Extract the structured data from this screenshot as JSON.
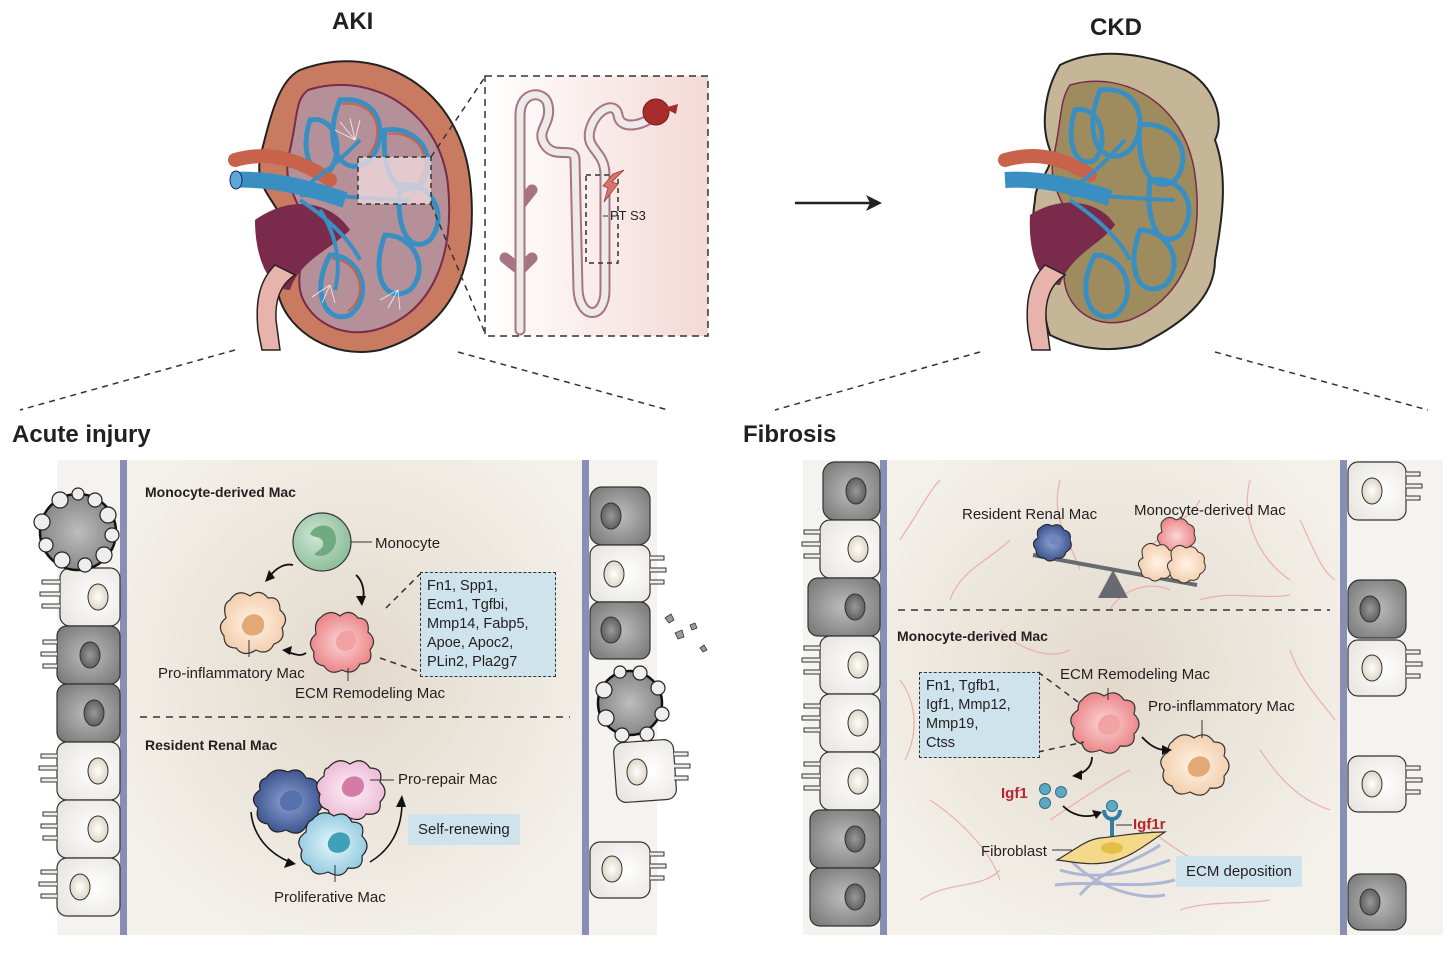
{
  "top": {
    "aki_title": "AKI",
    "ckd_title": "CKD",
    "nephron_label": "PT S3"
  },
  "acute": {
    "section_title": "Acute injury",
    "monocyte_section": "Monocyte-derived Mac",
    "monocyte": "Monocyte",
    "pro_inflammatory": "Pro-inflammatory Mac",
    "ecm_remodeling": "ECM Remodeling Mac",
    "genes": "Fn1, Spp1,\nEcm1, Tgfbi,\nMmp14, Fabp5,\nApoe, Apoc2,\nPLin2, Pla2g7",
    "resident_section": "Resident Renal Mac",
    "pro_repair": "Pro-repair Mac",
    "proliferative": "Proliferative Mac",
    "self_renewing": "Self-renewing"
  },
  "fibrosis": {
    "section_title": "Fibrosis",
    "resident": "Resident Renal Mac",
    "monocyte_derived": "Monocyte-derived Mac",
    "monocyte_section": "Monocyte-derived Mac",
    "ecm_remodeling": "ECM Remodeling Mac",
    "pro_inflammatory": "Pro-inflammatory Mac",
    "genes": "Fn1, Tgfb1,\nIgf1, Mmp12,\nMmp19,\nCtss",
    "igf1": "Igf1",
    "igf1r": "Igf1r",
    "fibroblast": "Fibroblast",
    "ecm_deposition": "ECM deposition"
  },
  "colors": {
    "vein": "#3a8fc2",
    "artery": "#c9624a",
    "cortex_aki": "#c97b62",
    "medulla_aki": "#b69099",
    "cortex_ckd": "#c4b696",
    "medulla_ckd": "#9e8c5e",
    "hilum": "#7a2a4a",
    "membrane": "#8790b4",
    "gene_box": "#cfe3ec",
    "highlight_red": "#b3262d"
  }
}
